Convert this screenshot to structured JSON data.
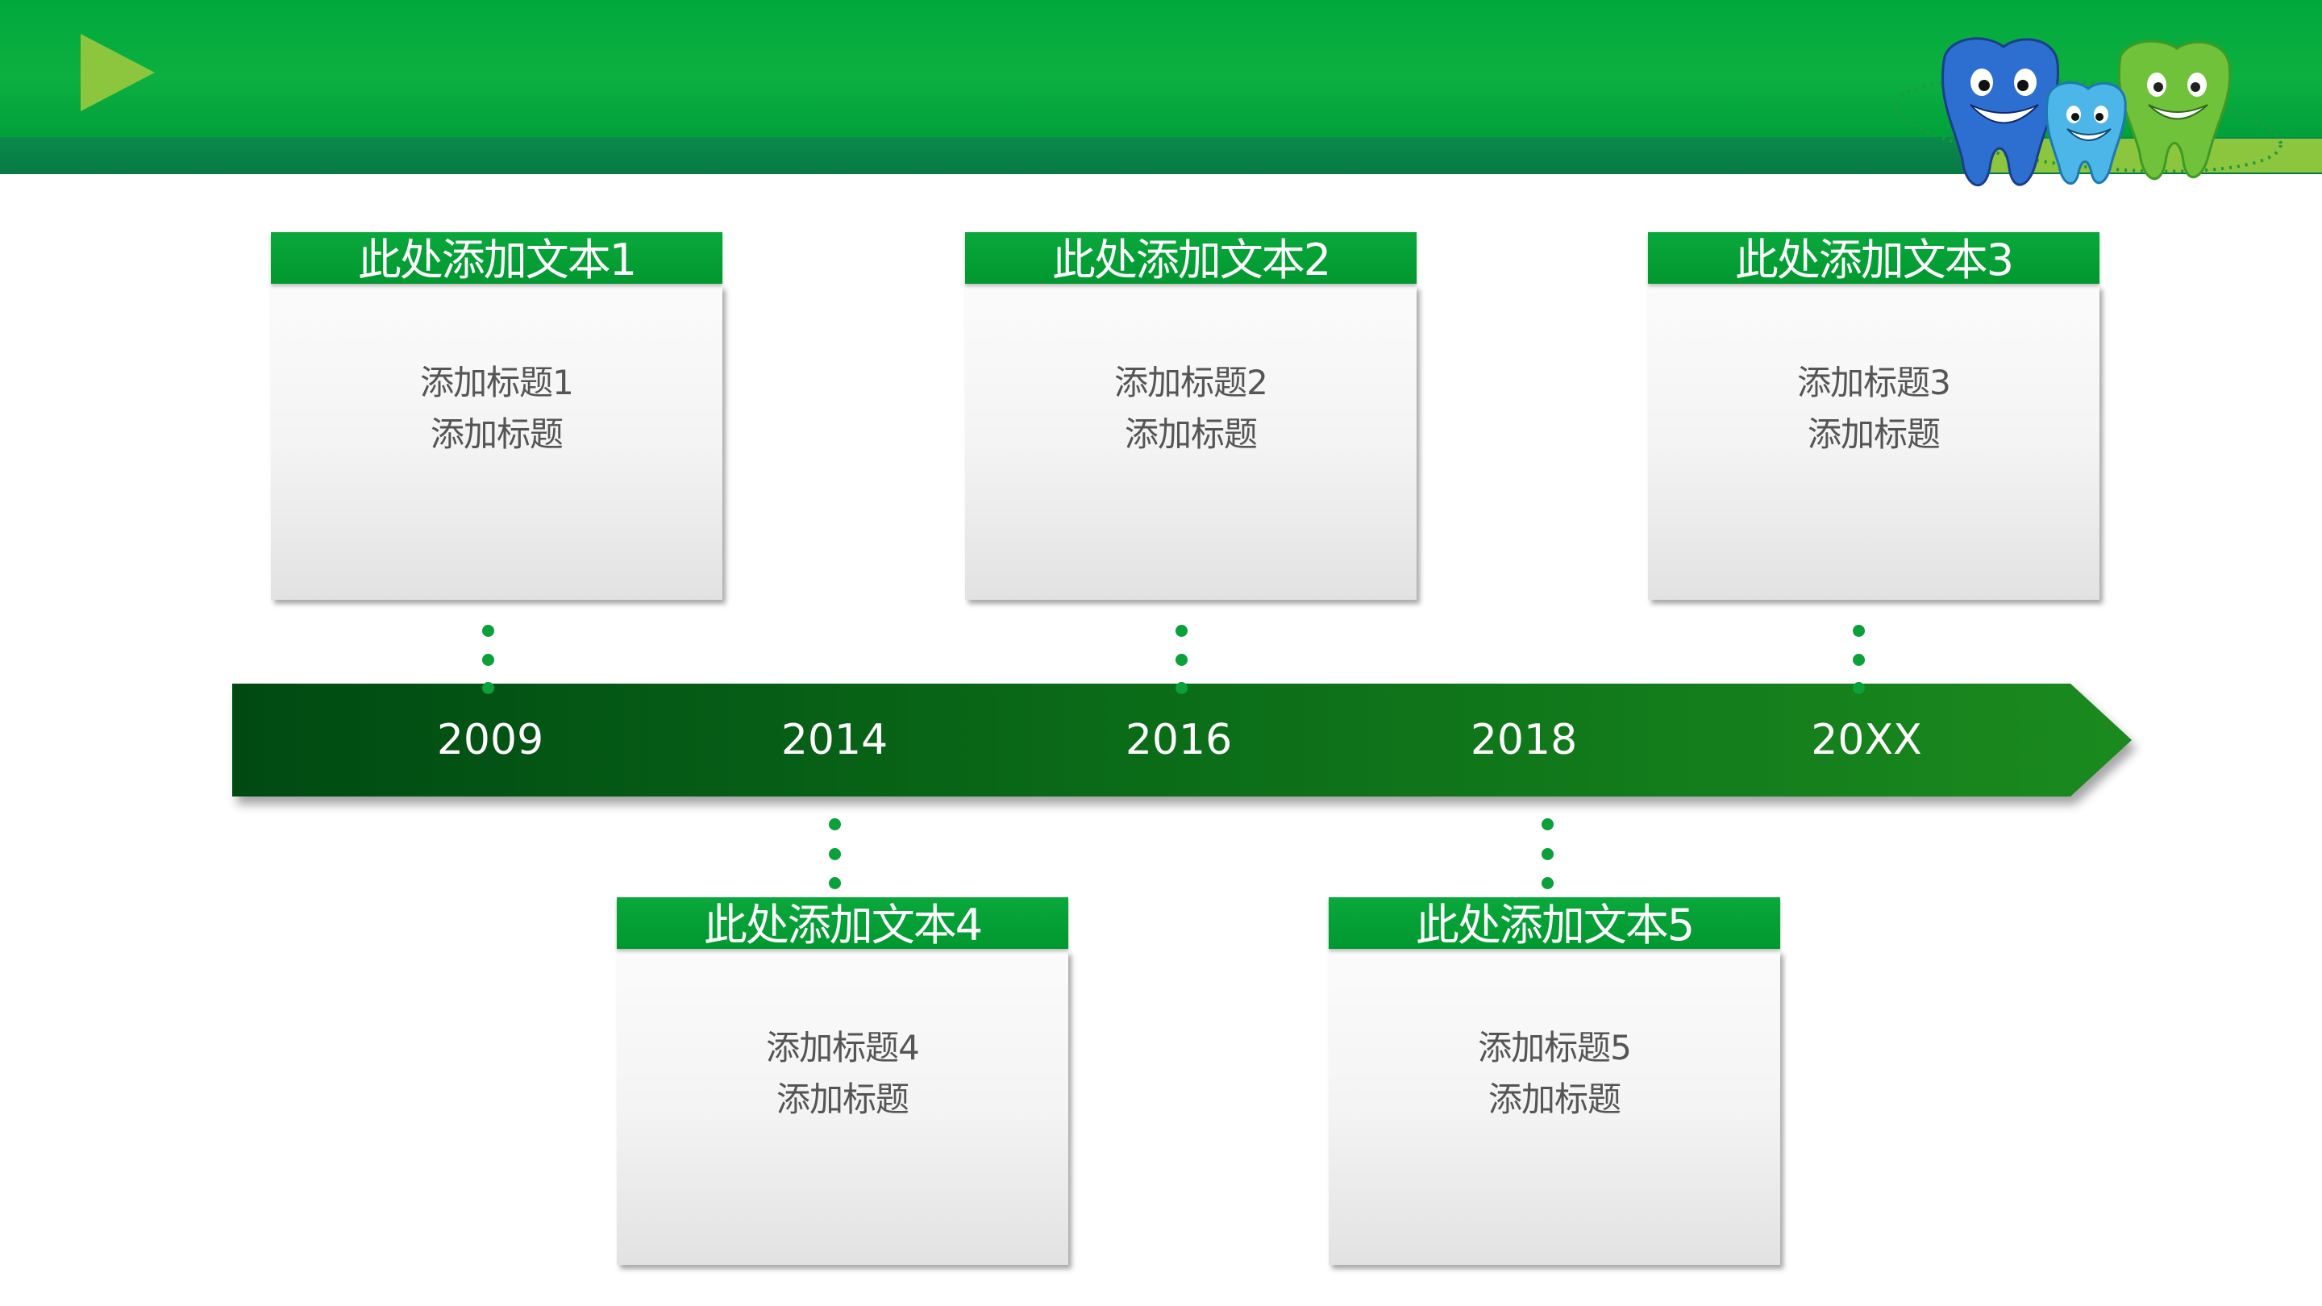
{
  "colors": {
    "primary_green": "#00a83c",
    "dark_green": "#005a1a",
    "lime": "#8cc63f",
    "text_gray": "#555555"
  },
  "header": {
    "play_icon": "play-triangle-icon",
    "logo": "tooth-mascots-logo"
  },
  "timeline": {
    "years": [
      "2009",
      "2014",
      "2016",
      "2018",
      "20XX"
    ]
  },
  "cards": [
    {
      "title": "此处添加文本1",
      "line1": "添加标题1",
      "line2": "添加标题"
    },
    {
      "title": "此处添加文本2",
      "line1": "添加标题2",
      "line2": "添加标题"
    },
    {
      "title": "此处添加文本3",
      "line1": "添加标题3",
      "line2": "添加标题"
    },
    {
      "title": "此处添加文本4",
      "line1": "添加标题4",
      "line2": "添加标题"
    },
    {
      "title": "此处添加文本5",
      "line1": "添加标题5",
      "line2": "添加标题"
    }
  ]
}
